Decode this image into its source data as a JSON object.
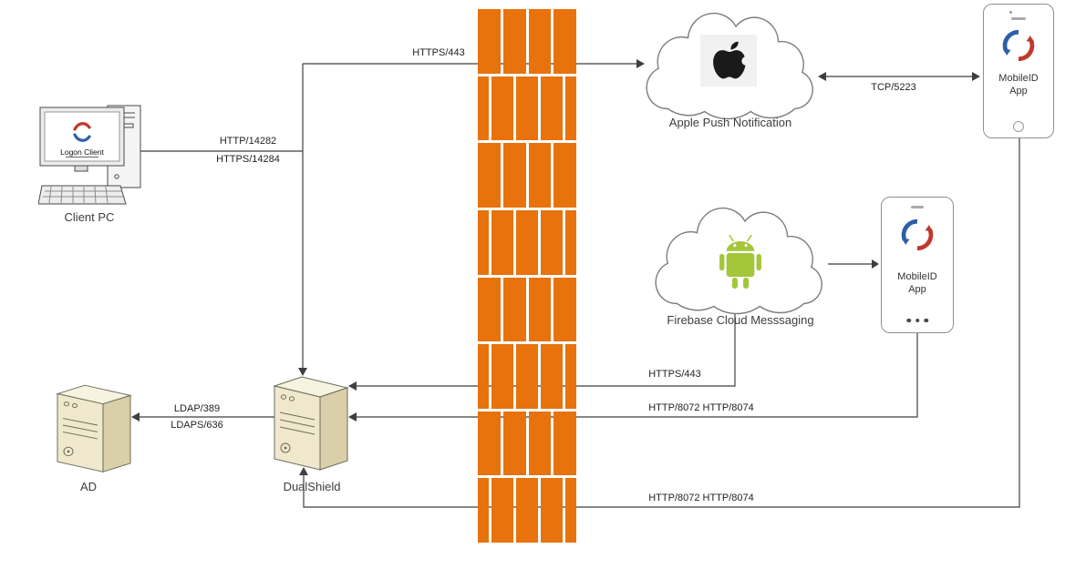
{
  "nodes": {
    "client_pc": {
      "label": "Client PC",
      "screen_text": "Logon Client"
    },
    "ad": {
      "label": "AD"
    },
    "dualshield": {
      "label": "DualShield"
    },
    "apns": {
      "label": "Apple Push Notification"
    },
    "fcm": {
      "label": "Firebase Cloud Messsaging"
    },
    "iphone": {
      "app_name_line1": "MobileID",
      "app_name_line2": "App"
    },
    "android_phone": {
      "app_name_line1": "MobileID",
      "app_name_line2": "App"
    }
  },
  "edges": {
    "pc_to_dualshield": {
      "label_top": "HTTP/14282",
      "label_bottom": "HTTPS/14284"
    },
    "dualshield_to_apns": {
      "label": "HTTPS/443"
    },
    "apns_to_iphone": {
      "label": "TCP/5223"
    },
    "dualshield_to_fcm": {
      "label": "HTTPS/443"
    },
    "android_to_dualshield": {
      "label": "HTTP/8072 HTTP/8074"
    },
    "iphone_to_dualshield": {
      "label": "HTTP/8072 HTTP/8074"
    },
    "dualshield_to_ad": {
      "label_top": "LDAP/389",
      "label_bottom": "LDAPS/636"
    }
  },
  "icons": {
    "firewall": "brick-wall",
    "apple": "apple-logo-icon",
    "android_robot": "android-robot-icon",
    "mobileid_logo": "mobileid-sync-logo-icon",
    "server": "server-tower-icon",
    "desktop_pc": "desktop-computer-icon",
    "cloud": "cloud-shape"
  },
  "colors": {
    "firewall_brick": "#E8720C",
    "connector_line": "#3F3F3F",
    "android_green": "#A4C639",
    "logo_red": "#C0392B",
    "logo_blue": "#2D5FA8",
    "server_front": "#EFE8CC",
    "server_side": "#D9CFA8"
  }
}
